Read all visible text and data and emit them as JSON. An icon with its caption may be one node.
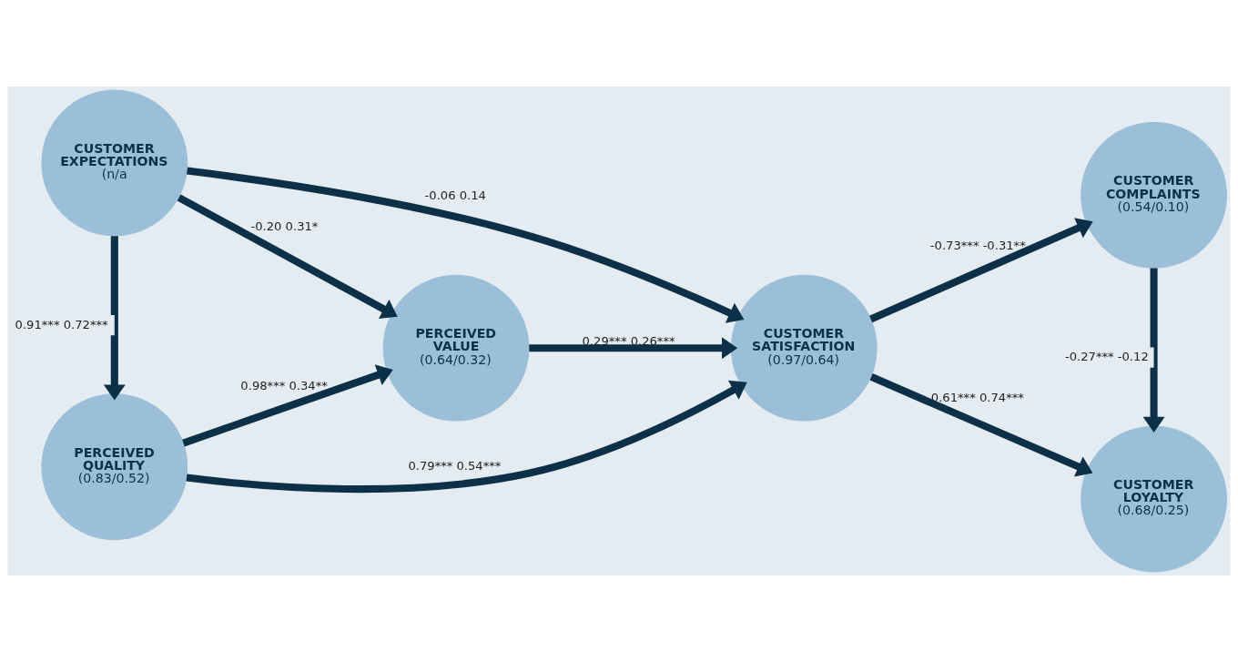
{
  "diagram": {
    "nodes": [
      {
        "text": [
          "PERCEIVED QUALITY",
          "(0.83/0.52)"
        ]
      },
      {
        "text": [
          "CUSTOMER COMPLAINTS",
          "(0.54/0.10)"
        ]
      },
      {
        "text": [
          "PERCEIVED VALUE",
          "(0.64/0.32)"
        ]
      },
      {
        "text": [
          "CUSTOMER SATISFACTION",
          "(0.97/0.64)"
        ]
      },
      {
        "text": [
          "CUSTOMER EXPECTATIONS",
          "(n/a"
        ]
      },
      {
        "text": [
          "CUSTOMER LOYALTY",
          "(0.68/0.25)"
        ]
      }
    ],
    "edges": [
      {
        "from": 4,
        "to": 0,
        "arrow": "to",
        "label": "0.91*** 0.72***"
      },
      {
        "from": 0,
        "to": 2,
        "arrow": "to",
        "label": "0.98*** 0.34**"
      },
      {
        "from": 0,
        "to": 3,
        "arrow": "to",
        "label": "0.79*** 0.54***"
      },
      {
        "from": 4,
        "to": 2,
        "arrow": "to",
        "label": "-0.20 0.31*"
      },
      {
        "from": 4,
        "to": 3,
        "arrow": "to",
        "label": "-0.06 0.14"
      },
      {
        "from": 2,
        "to": 3,
        "arrow": "to",
        "label": "0.29*** 0.26***"
      },
      {
        "from": 3,
        "to": 1,
        "arrow": "to",
        "label": "-0.73*** -0.31**"
      },
      {
        "from": 3,
        "to": 5,
        "arrow": "to",
        "label": "0.61*** 0.74***"
      },
      {
        "from": 1,
        "to": 5,
        "arrow": "to",
        "label": "-0.27*** -0.12"
      }
    ]
  }
}
